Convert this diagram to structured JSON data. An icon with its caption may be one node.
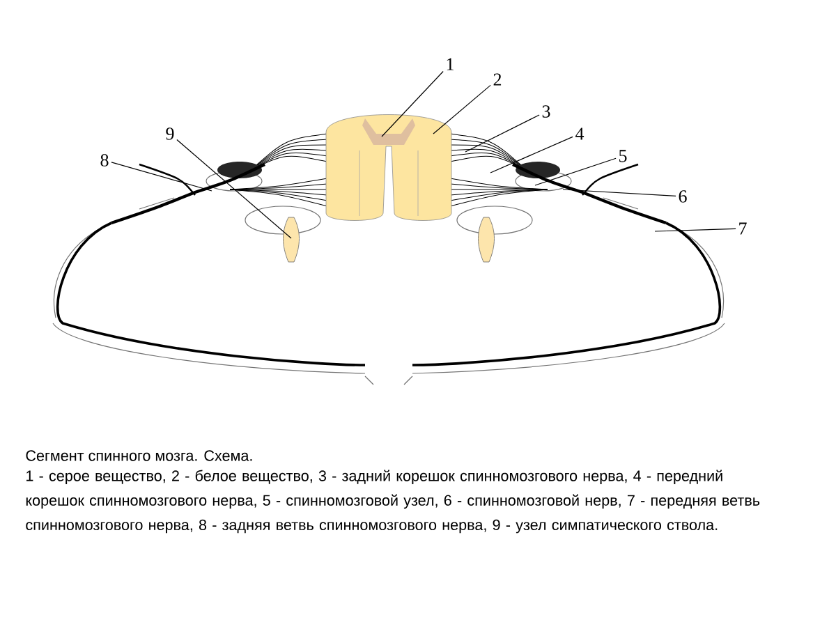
{
  "diagram": {
    "title": "Сегмент спинного мозга. Схема.",
    "caption": "1 - серое вещество, 2 - белое вещество, 3 - задний корешок спинномозгового нерва, 4 - передний корешок спинномозгового нерва, 5 - спинномозговой узел, 6 - спинномозговой нерв, 7 - передняя ветвь спинномозгового нерва, 8 - задняя ветвь спинномозгового нерва, 9 - узел симпатического ствола.",
    "nodes": [
      {
        "text": [
          "1"
        ]
      },
      {
        "text": [
          "2"
        ]
      },
      {
        "text": [
          "3"
        ]
      },
      {
        "text": [
          "4"
        ]
      },
      {
        "text": [
          "5"
        ]
      },
      {
        "text": [
          "6"
        ]
      },
      {
        "text": [
          "7"
        ]
      },
      {
        "text": [
          "8"
        ]
      },
      {
        "text": [
          "9"
        ]
      }
    ],
    "edges": [
      {
        "from": 0,
        "to": null,
        "arrow": "none"
      },
      {
        "from": 1,
        "to": null,
        "arrow": "none"
      },
      {
        "from": 2,
        "to": null,
        "arrow": "none"
      },
      {
        "from": 3,
        "to": null,
        "arrow": "none"
      },
      {
        "from": 4,
        "to": null,
        "arrow": "none"
      },
      {
        "from": 5,
        "to": null,
        "arrow": "none"
      },
      {
        "from": 6,
        "to": null,
        "arrow": "none"
      },
      {
        "from": 7,
        "to": null,
        "arrow": "none"
      },
      {
        "from": 8,
        "to": null,
        "arrow": "none"
      }
    ]
  }
}
